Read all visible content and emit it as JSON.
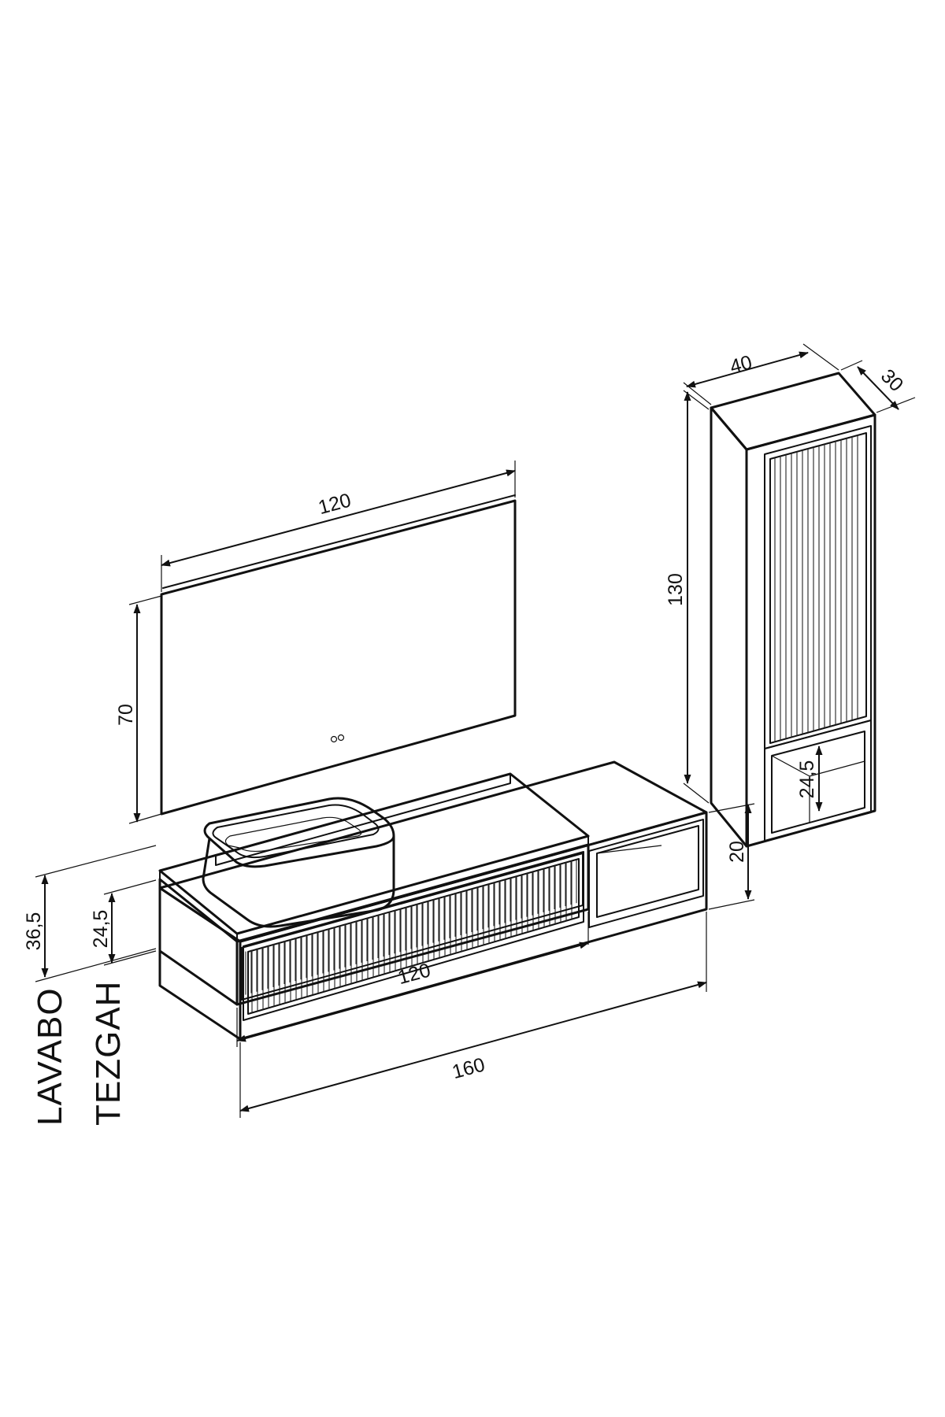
{
  "labels": {
    "vanity": "LAVABO",
    "countertop": "TEZGAH"
  },
  "mirror": {
    "width": "120",
    "height": "70"
  },
  "vanity": {
    "total_height": "36,5",
    "cabinet_height": "24,5",
    "width": "120"
  },
  "countertop": {
    "width": "160",
    "height": "20"
  },
  "tall_cabinet": {
    "width": "40",
    "depth": "30",
    "height": "130",
    "niche_height": "24,5"
  },
  "colors": {
    "line": "#111111",
    "background": "#ffffff"
  }
}
